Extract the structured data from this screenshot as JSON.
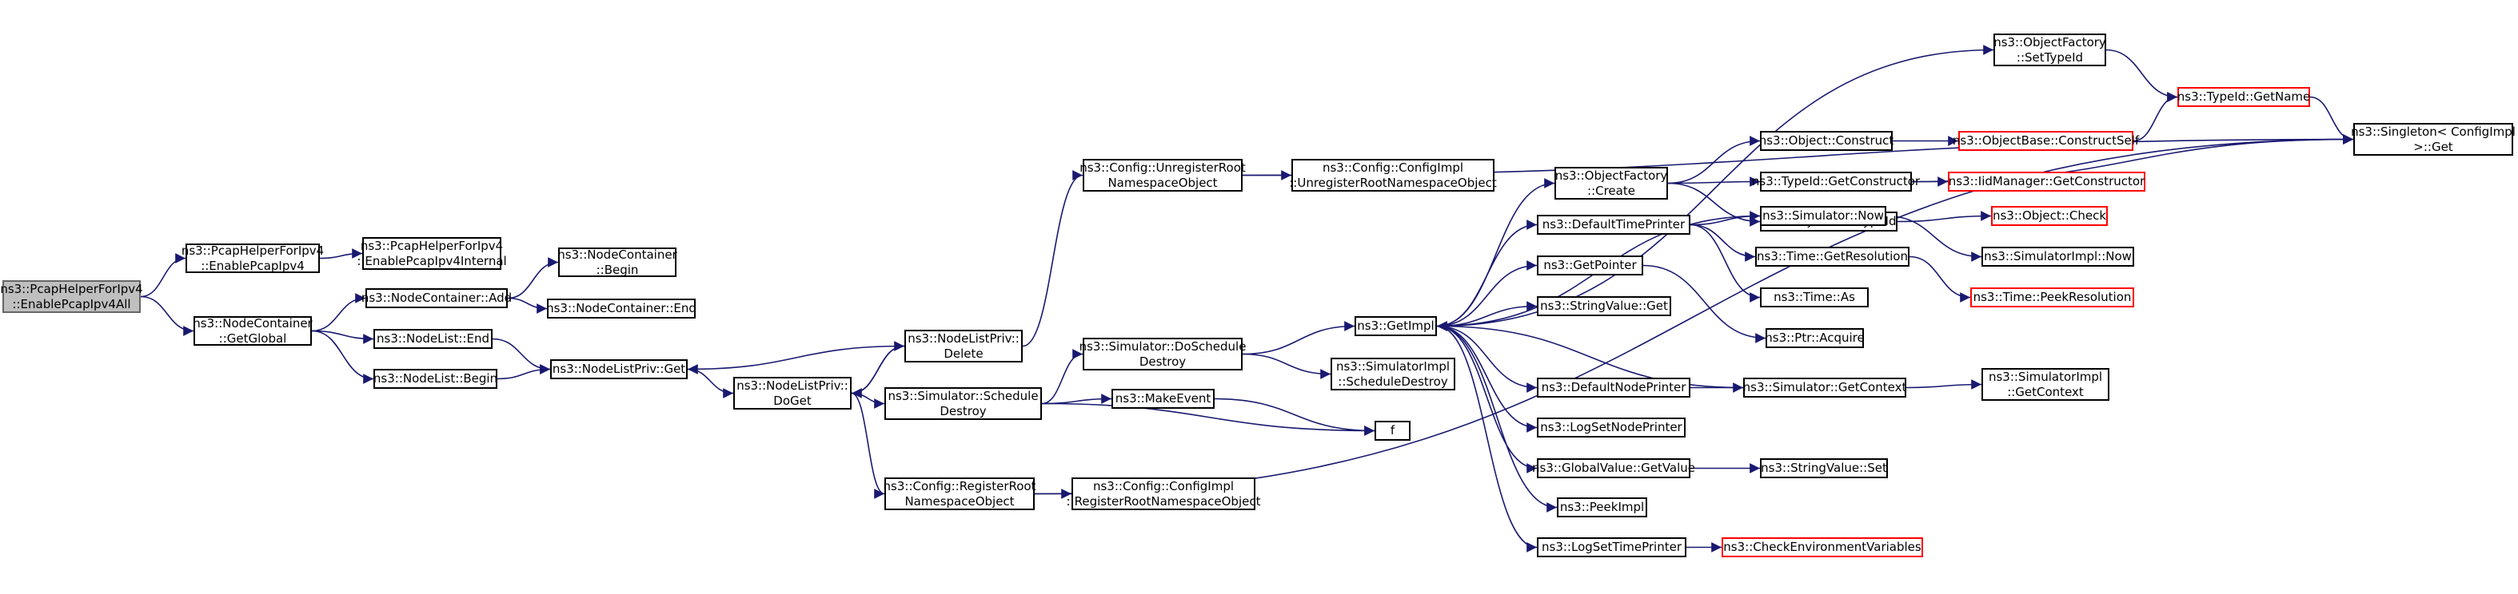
{
  "graph": {
    "edge_color": "#191970",
    "nodes": [
      {
        "id": "root",
        "label": "ns3::PcapHelperForIpv4\n::EnablePcapIpv4All",
        "style": "root"
      },
      {
        "id": "ph_enable",
        "label": "ns3::PcapHelperForIpv4\n::EnablePcapIpv4"
      },
      {
        "id": "ph_internal",
        "label": "ns3::PcapHelperForIpv4\n::EnablePcapIpv4Internal"
      },
      {
        "id": "nc_global",
        "label": "ns3::NodeContainer\n::GetGlobal"
      },
      {
        "id": "nc_add",
        "label": "ns3::NodeContainer::Add"
      },
      {
        "id": "nc_begin",
        "label": "ns3::NodeContainer\n::Begin"
      },
      {
        "id": "nc_end",
        "label": "ns3::NodeContainer::End"
      },
      {
        "id": "nl_end",
        "label": "ns3::NodeList::End"
      },
      {
        "id": "nl_begin",
        "label": "ns3::NodeList::Begin"
      },
      {
        "id": "nlp_get",
        "label": "ns3::NodeListPriv::Get"
      },
      {
        "id": "nlp_doget",
        "label": "ns3::NodeListPriv::\nDoGet"
      },
      {
        "id": "nlp_delete",
        "label": "ns3::NodeListPriv::\nDelete"
      },
      {
        "id": "cfg_unreg",
        "label": "ns3::Config::UnregisterRoot\nNamespaceObject"
      },
      {
        "id": "cfgimpl_unreg",
        "label": "ns3::Config::ConfigImpl\n::UnregisterRootNamespaceObject"
      },
      {
        "id": "sim_dosched",
        "label": "ns3::Simulator::DoSchedule\nDestroy"
      },
      {
        "id": "simimpl_sched",
        "label": "ns3::SimulatorImpl\n::ScheduleDestroy"
      },
      {
        "id": "sim_sched",
        "label": "ns3::Simulator::Schedule\nDestroy"
      },
      {
        "id": "makeevent",
        "label": "ns3::MakeEvent"
      },
      {
        "id": "f",
        "label": "f"
      },
      {
        "id": "cfg_reg",
        "label": "ns3::Config::RegisterRoot\nNamespaceObject"
      },
      {
        "id": "cfgimpl_reg",
        "label": "ns3::Config::ConfigImpl\n::RegisterRootNamespaceObject"
      },
      {
        "id": "getimpl",
        "label": "ns3::GetImpl"
      },
      {
        "id": "of_create",
        "label": "ns3::ObjectFactory\n::Create"
      },
      {
        "id": "obj_construct",
        "label": "ns3::Object::Construct"
      },
      {
        "id": "objbase_cs",
        "label": "ns3::ObjectBase::ConstructSelf",
        "style": "red"
      },
      {
        "id": "typeid_getcons",
        "label": "ns3::TypeId::GetConstructor"
      },
      {
        "id": "iid_getcons",
        "label": "ns3::IidManager::GetConstructor",
        "style": "red"
      },
      {
        "id": "obj_settypeid",
        "label": "ns3::Object::SetTypeId"
      },
      {
        "id": "obj_check",
        "label": "ns3::Object::Check",
        "style": "red"
      },
      {
        "id": "of_settypeid",
        "label": "ns3::ObjectFactory\n::SetTypeId"
      },
      {
        "id": "typeid_getname",
        "label": "ns3::TypeId::GetName",
        "style": "red"
      },
      {
        "id": "singleton",
        "label": "ns3::Singleton< ConfigImpl\n>::Get"
      },
      {
        "id": "dtp",
        "label": "ns3::DefaultTimePrinter"
      },
      {
        "id": "sim_now",
        "label": "ns3::Simulator::Now"
      },
      {
        "id": "simimpl_now",
        "label": "ns3::SimulatorImpl::Now"
      },
      {
        "id": "time_getres",
        "label": "ns3::Time::GetResolution"
      },
      {
        "id": "time_peekres",
        "label": "ns3::Time::PeekResolution",
        "style": "red"
      },
      {
        "id": "time_as",
        "label": "ns3::Time::As"
      },
      {
        "id": "getpointer",
        "label": "ns3::GetPointer"
      },
      {
        "id": "ptr_acquire",
        "label": "ns3::Ptr::Acquire"
      },
      {
        "id": "sv_get",
        "label": "ns3::StringValue::Get"
      },
      {
        "id": "dnp",
        "label": "ns3::DefaultNodePrinter"
      },
      {
        "id": "sim_getctx",
        "label": "ns3::Simulator::GetContext"
      },
      {
        "id": "simimpl_getctx",
        "label": "ns3::SimulatorImpl\n::GetContext"
      },
      {
        "id": "logsetnp",
        "label": "ns3::LogSetNodePrinter"
      },
      {
        "id": "gv_getvalue",
        "label": "ns3::GlobalValue::GetValue"
      },
      {
        "id": "sv_set",
        "label": "ns3::StringValue::Set"
      },
      {
        "id": "peekimpl",
        "label": "ns3::PeekImpl"
      },
      {
        "id": "logsettp",
        "label": "ns3::LogSetTimePrinter"
      },
      {
        "id": "checkenv",
        "label": "ns3::CheckEnvironmentVariables",
        "style": "red"
      }
    ],
    "edges": [
      [
        "root",
        "ph_enable"
      ],
      [
        "root",
        "nc_global"
      ],
      [
        "ph_enable",
        "ph_internal"
      ],
      [
        "nc_global",
        "nc_add"
      ],
      [
        "nc_global",
        "nl_end"
      ],
      [
        "nc_global",
        "nl_begin"
      ],
      [
        "nc_add",
        "nc_begin"
      ],
      [
        "nc_add",
        "nc_end"
      ],
      [
        "nl_end",
        "nlp_get"
      ],
      [
        "nl_begin",
        "nlp_get"
      ],
      [
        "nlp_get",
        "nlp_doget"
      ],
      [
        "nlp_doget",
        "nlp_delete"
      ],
      [
        "nlp_doget",
        "sim_sched"
      ],
      [
        "nlp_doget",
        "cfg_reg"
      ],
      [
        "nlp_delete",
        "nlp_get"
      ],
      [
        "nlp_delete",
        "nlp_doget"
      ],
      [
        "nlp_delete",
        "cfg_unreg"
      ],
      [
        "cfg_unreg",
        "cfgimpl_unreg"
      ],
      [
        "cfg_unreg",
        "singleton"
      ],
      [
        "sim_sched",
        "sim_dosched"
      ],
      [
        "sim_sched",
        "makeevent"
      ],
      [
        "sim_sched",
        "f"
      ],
      [
        "sim_dosched",
        "getimpl"
      ],
      [
        "sim_dosched",
        "simimpl_sched"
      ],
      [
        "makeevent",
        "f"
      ],
      [
        "cfg_reg",
        "cfgimpl_reg"
      ],
      [
        "cfg_reg",
        "singleton"
      ],
      [
        "getimpl",
        "of_create"
      ],
      [
        "getimpl",
        "dtp"
      ],
      [
        "getimpl",
        "getpointer"
      ],
      [
        "getimpl",
        "sv_get"
      ],
      [
        "getimpl",
        "dnp"
      ],
      [
        "getimpl",
        "logsetnp"
      ],
      [
        "getimpl",
        "gv_getvalue"
      ],
      [
        "getimpl",
        "peekimpl"
      ],
      [
        "getimpl",
        "logsettp"
      ],
      [
        "getimpl",
        "of_settypeid"
      ],
      [
        "of_create",
        "obj_construct"
      ],
      [
        "of_create",
        "typeid_getcons"
      ],
      [
        "of_create",
        "obj_settypeid"
      ],
      [
        "obj_construct",
        "objbase_cs"
      ],
      [
        "objbase_cs",
        "typeid_getname"
      ],
      [
        "typeid_getcons",
        "iid_getcons"
      ],
      [
        "typeid_getcons",
        "singleton"
      ],
      [
        "obj_settypeid",
        "obj_check"
      ],
      [
        "of_settypeid",
        "typeid_getname"
      ],
      [
        "typeid_getname",
        "singleton"
      ],
      [
        "dtp",
        "sim_now"
      ],
      [
        "dtp",
        "time_getres"
      ],
      [
        "dtp",
        "time_as"
      ],
      [
        "sim_now",
        "simimpl_now"
      ],
      [
        "sim_now",
        "getimpl"
      ],
      [
        "time_getres",
        "time_peekres"
      ],
      [
        "getpointer",
        "ptr_acquire"
      ],
      [
        "dnp",
        "sim_getctx"
      ],
      [
        "sim_getctx",
        "simimpl_getctx"
      ],
      [
        "sim_getctx",
        "getimpl"
      ],
      [
        "gv_getvalue",
        "sv_set"
      ],
      [
        "logsettp",
        "checkenv"
      ]
    ]
  }
}
